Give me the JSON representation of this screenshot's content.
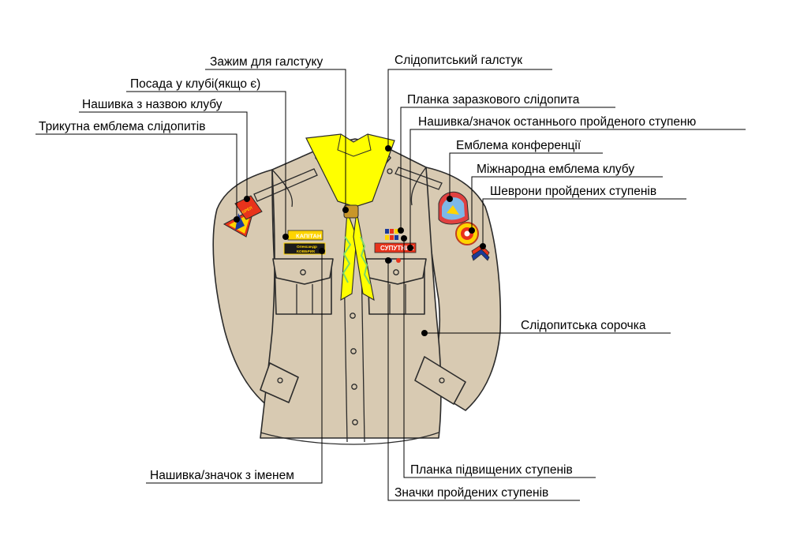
{
  "title": "",
  "colors": {
    "shirt": "#d8cab2",
    "tie": "#ffff00",
    "tie_zigzag": "#7ad66b",
    "patch_red": "#e8331c",
    "patch_yellow": "#ffd400",
    "outline": "#2b2b2b"
  },
  "labels": {
    "tie_clip": "Зажим для галстуку",
    "tie": "Слідопитський галстук",
    "club_position": "Посада у клубі(якщо є)",
    "exemplary_bar": "Планка заразкового слідопита",
    "club_name_patch": "Нашивка з назвою клубу",
    "last_level_patch": "Нашивка/значок останнього пройденого ступеню",
    "triangle_emblem": "Трикутна емблема слідопитів",
    "conference_emblem": "Емблема конференції",
    "intl_club_emblem": "Міжнародна емблема клубу",
    "chevrons": "Шеврони пройдених ступенів",
    "shirt": "Слідопитська сорочка",
    "advanced_levels_bar": "Планка підвищених ступенів",
    "name_patch": "Нашивка/значок з іменем",
    "level_pins": "Значки пройдених ступенів"
  },
  "patches": {
    "position_text": "КАПІТАН",
    "name_line1": "Олександр",
    "name_line2": "КОВБРИК",
    "level_text": "СУПУТНИК",
    "club_text": "ОРЕЛ"
  }
}
